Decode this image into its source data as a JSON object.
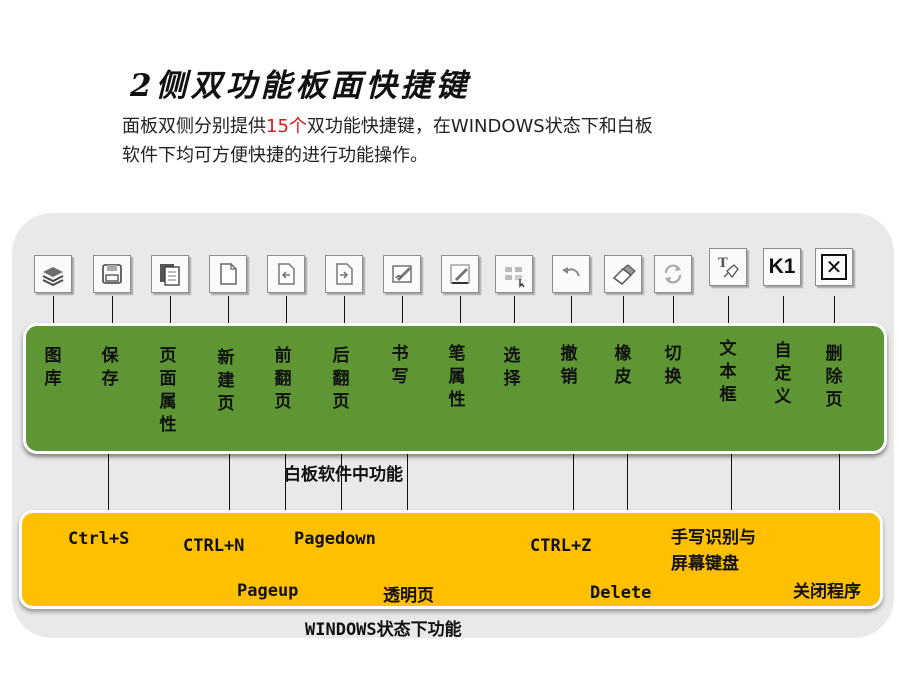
{
  "title": "2侧双功能板面快捷键",
  "description": {
    "part1": "面板双侧分别提供",
    "highlight": "15个",
    "part2": "双功能快捷键，在WINDOWS状态下和白板",
    "line2": "软件下均可方便快捷的进行功能操作。",
    "highlight_color": "#e01818"
  },
  "buttons": [
    {
      "icon": "stack-icon",
      "label": "图库"
    },
    {
      "icon": "save-icon",
      "label": "保存"
    },
    {
      "icon": "pages-icon",
      "label": "页面属性"
    },
    {
      "icon": "new-page-icon",
      "label": "新建页"
    },
    {
      "icon": "page-back-icon",
      "label": "前翻页"
    },
    {
      "icon": "page-forward-icon",
      "label": "后翻页"
    },
    {
      "icon": "pen-write-icon",
      "label": "书写"
    },
    {
      "icon": "highlighter-icon",
      "label": "笔属性"
    },
    {
      "icon": "select-icon",
      "label": "选择"
    },
    {
      "icon": "undo-icon",
      "label": "撤销"
    },
    {
      "icon": "eraser-icon",
      "label": "橡皮"
    },
    {
      "icon": "switch-icon",
      "label": "切换"
    },
    {
      "icon": "text-box-icon",
      "label": "文本框"
    },
    {
      "icon": "k1-icon",
      "text": "K1",
      "label": "自定义"
    },
    {
      "icon": "close-page-icon",
      "text": "✕",
      "label": "删除页"
    }
  ],
  "whiteboard_caption": "白板软件中功能",
  "windows_caption": "WINDOWS状态下功能",
  "windows_functions": {
    "save": "Ctrl+S",
    "new_page": "CTRL+N",
    "page_up": "Pageup",
    "page_down": "Pagedown",
    "transparent_page": "透明页",
    "undo": "CTRL+Z",
    "delete": "Delete",
    "handwriting": "手写识别与",
    "handwriting_line2": "屏幕键盘",
    "close_program": "关闭程序"
  },
  "colors": {
    "whiteboard_bar": "#5e9633",
    "windows_bar": "#ffc000",
    "panel": "#e9e9e9"
  }
}
